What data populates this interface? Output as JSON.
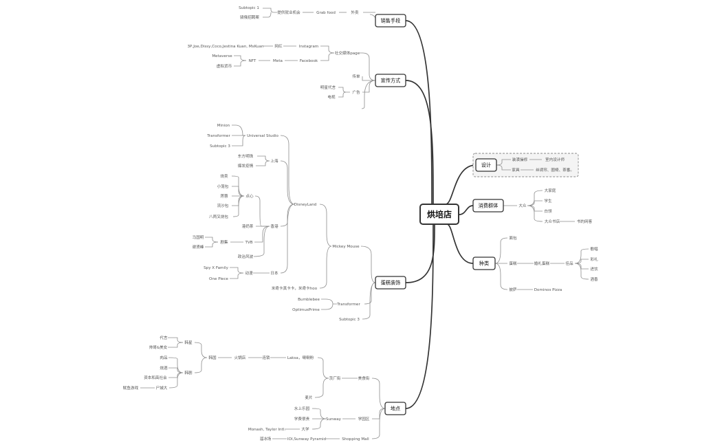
{
  "central": "烘培店",
  "main": {
    "sales": "销售手段",
    "promo": "宣传方式",
    "decor": "蛋糕装饰",
    "place": "地点",
    "design": "设计",
    "consumer": "消费群体",
    "types": "种类"
  },
  "sales": {
    "waimai": "外卖",
    "grab": "Grab food",
    "jobs": "提供就业机会",
    "subtopic1": "Subtopic 1",
    "recruit": "骑俄招聘案"
  },
  "promo": {
    "social": "社交媒体page",
    "instagram": "Instagram",
    "wanghong": "网红",
    "influencers": "3P,Joe,Dissy,Coco,Jestina Kuan, MsKuan",
    "facebook": "Facebook",
    "meta": "Meta",
    "nft": "NFT",
    "metaverse": "Metaverse",
    "crypto": "虚拟货币",
    "flyer": "传单",
    "ads": "广告",
    "spokesperson": "明星代言",
    "tv": "电视"
  },
  "decor": {
    "mickey": "Mickey Mouse",
    "disneyland": "DisneyLand",
    "universal": "Universal Studio",
    "minion": "Minion",
    "transformerU": "Transformer",
    "subtopic3a": "Subtopic 3",
    "shanghai": "上海",
    "east_pearl": "东方明珠",
    "explosion": "爆发疫情",
    "hongkong": "香港",
    "dimsum": "点心",
    "siumai": "烧卖",
    "xiaolongbao": "小笼包",
    "lotus": "莲蓉",
    "lava": "流沙包",
    "fennel": "八两叉烧包",
    "milktea": "港奶茶",
    "tvb": "TVB",
    "drama": "剧集",
    "horse": "马国明",
    "tse": "谢贤峰",
    "protest": "政治风波",
    "japan": "日本",
    "anime": "动漫",
    "spyfamily": "Spy X Family",
    "onepiece": "One Piece",
    "mickey_desc": "米奇卡真卡卡，米奇卡hoo",
    "transformer": "Transformer",
    "bumblebee": "Bumblebee",
    "optimus": "OptimusPrime",
    "subtopic3b": "Subtopic 3"
  },
  "place": {
    "hawker": "美食街",
    "plaza": "茨厂街",
    "laksa": "Laksa，喇喇粉",
    "chain": "连锁",
    "hotpot": "火锅店",
    "korea": "韩国",
    "kdrama": "韩剧",
    "kpop": "韩星",
    "daidai": "代言",
    "oppa": "帅哥&美女",
    "wine": "肉品",
    "noodle": "烧酒",
    "capital": "资本和高社会",
    "squid": "鱿鱼游戏",
    "ship": "尸城大",
    "kangkong": "麦片",
    "campus": "学园区",
    "sunway": "Sunway",
    "waterpark": "水上乐园",
    "uni": "学费很贵",
    "daxue": "大学",
    "monash": "Monash, Taylor Intl.",
    "mall": "Shopping Mall",
    "pyramid": "IOI,Sunway Pyramid",
    "skating": "溜冰场"
  },
  "design": {
    "interior": "装潢操修",
    "designer": "室内设计师",
    "furniture": "家具",
    "items": "丝绸帘、圈椅、茶番。"
  },
  "consumer": {
    "public": "大众",
    "family": "大家庭",
    "student": "学生",
    "office": "白领",
    "readers": "大众书店",
    "hobby": "书的网客"
  },
  "types": {
    "bread": "面包",
    "cake": "蛋糕",
    "wedding": "婚礼蛋糕",
    "gift": "佳品",
    "c1": "歌唱",
    "c2": "彩礼",
    "c3": "进饮",
    "c4": "酒香",
    "pizza": "披萨",
    "dominos": "Dominos Pizza"
  }
}
